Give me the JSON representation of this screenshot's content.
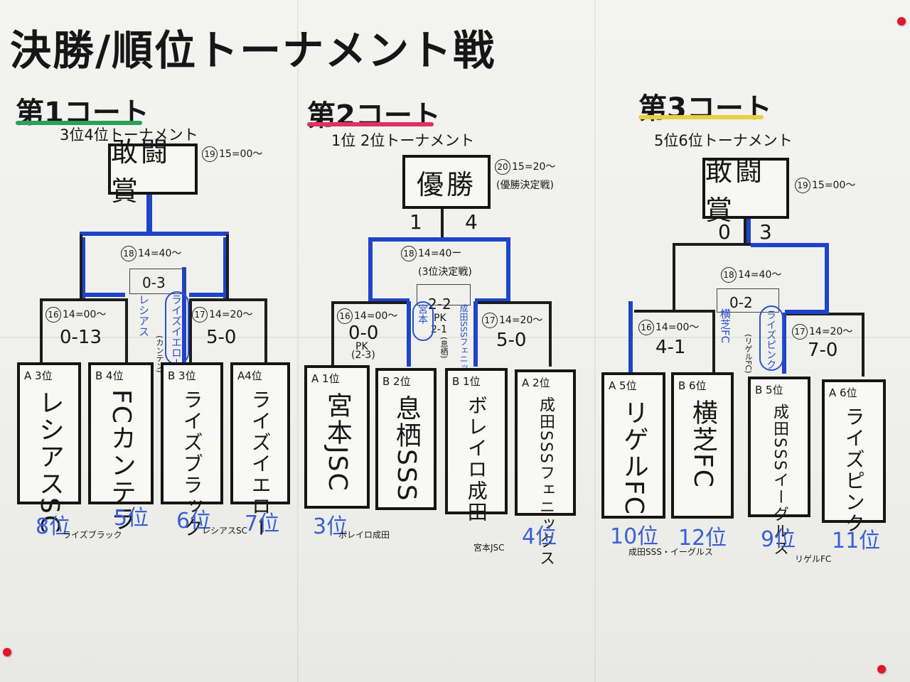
{
  "title": "決勝/順位トーナメント戦",
  "colors": {
    "court1": "#2aa05a",
    "court2": "#e0306a",
    "court3": "#e6d23a",
    "bracket": "#1f44c9",
    "rank": "#3a5fd4",
    "pin": "#e0162b"
  },
  "courts": [
    {
      "court": "第1コート",
      "subtitle": "3位4位トーナメント",
      "prize": "敢闘賞",
      "final_no": "19",
      "final_time": "15=00～",
      "semi_info": "14=40～",
      "semi_no": "18",
      "semi_score": "0-3",
      "semi_left_team": "レシアス",
      "semi_right_team": "ライズイエロー",
      "semi_pk_note": "(カンテン)",
      "left_match_no": "16",
      "left_match_time": "14=00～",
      "left_score": "0-13",
      "right_match_no": "17",
      "right_match_time": "14=20～",
      "right_score": "5-0",
      "teams": [
        {
          "seed": "A 3位",
          "name": "レシアスSC",
          "rank": "8位"
        },
        {
          "seed": "B 4位",
          "name": "FCカンテラ",
          "rank": "5位"
        },
        {
          "seed": "B 3位",
          "name": "ライズブラック",
          "rank": "6位"
        },
        {
          "seed": "A4位",
          "name": "ライズイエロー",
          "rank": "7位"
        }
      ],
      "notes": [
        "ライズブラック",
        "レシアスSC"
      ]
    },
    {
      "court": "第2コート",
      "subtitle": "1位 2位トーナメント",
      "prize": "優勝",
      "final_no": "20",
      "final_time": "15=20～",
      "final_note": "(優勝決定戦)",
      "final_score_left": "1",
      "final_score_right": "4",
      "semi_no": "18",
      "semi_info": "14=40ー",
      "semi_note": "(3位決定戦)",
      "semi_score": "2-2",
      "semi_pk": "PK",
      "semi_pk_score": "2-1",
      "semi_left_team": "宮本",
      "semi_right_team": "成田SSSフェニックス",
      "semi_mid_note": "(息栖)",
      "left_match_no": "16",
      "left_match_time": "14=00～",
      "left_score": "0-0",
      "left_pk": "PK",
      "left_pk_score": "(2-3)",
      "right_match_no": "17",
      "right_match_time": "14=20～",
      "right_score": "5-0",
      "teams": [
        {
          "seed": "A 1位",
          "name": "宮本JSC",
          "rank": "3位"
        },
        {
          "seed": "B 2位",
          "name": "息栖SSS",
          "rank": ""
        },
        {
          "seed": "B 1位",
          "name": "ボレイロ成田",
          "rank": ""
        },
        {
          "seed": "A 2位",
          "name": "成田SSSフェニックス",
          "rank": "4位"
        }
      ],
      "notes": [
        "ボレイロ成田",
        "宮本JSC"
      ]
    },
    {
      "court": "第3コート",
      "subtitle": "5位6位トーナメント",
      "prize": "敢闘賞",
      "final_no": "19",
      "final_time": "15=00～",
      "final_score_left": "0",
      "final_score_right": "3",
      "semi_no": "18",
      "semi_info": "14=40～",
      "semi_score": "0-2",
      "semi_left_team": "横芝FC",
      "semi_right_team": "ライズピンク",
      "semi_mid_note": "(リゲルFC)",
      "left_match_no": "16",
      "left_match_time": "14=00～",
      "left_score": "4-1",
      "right_match_no": "17",
      "right_match_time": "14=20～",
      "right_score": "7-0",
      "teams": [
        {
          "seed": "A 5位",
          "name": "リゲルFC",
          "rank": "10位"
        },
        {
          "seed": "B 6位",
          "name": "横芝FC",
          "rank": "12位"
        },
        {
          "seed": "B 5位",
          "name": "成田SSSイーグルス",
          "rank": "9位"
        },
        {
          "seed": "A 6位",
          "name": "ライズピンク",
          "rank": "11位"
        }
      ],
      "notes": [
        "成田SSS・イーグルス",
        "リゲルFC"
      ]
    }
  ]
}
